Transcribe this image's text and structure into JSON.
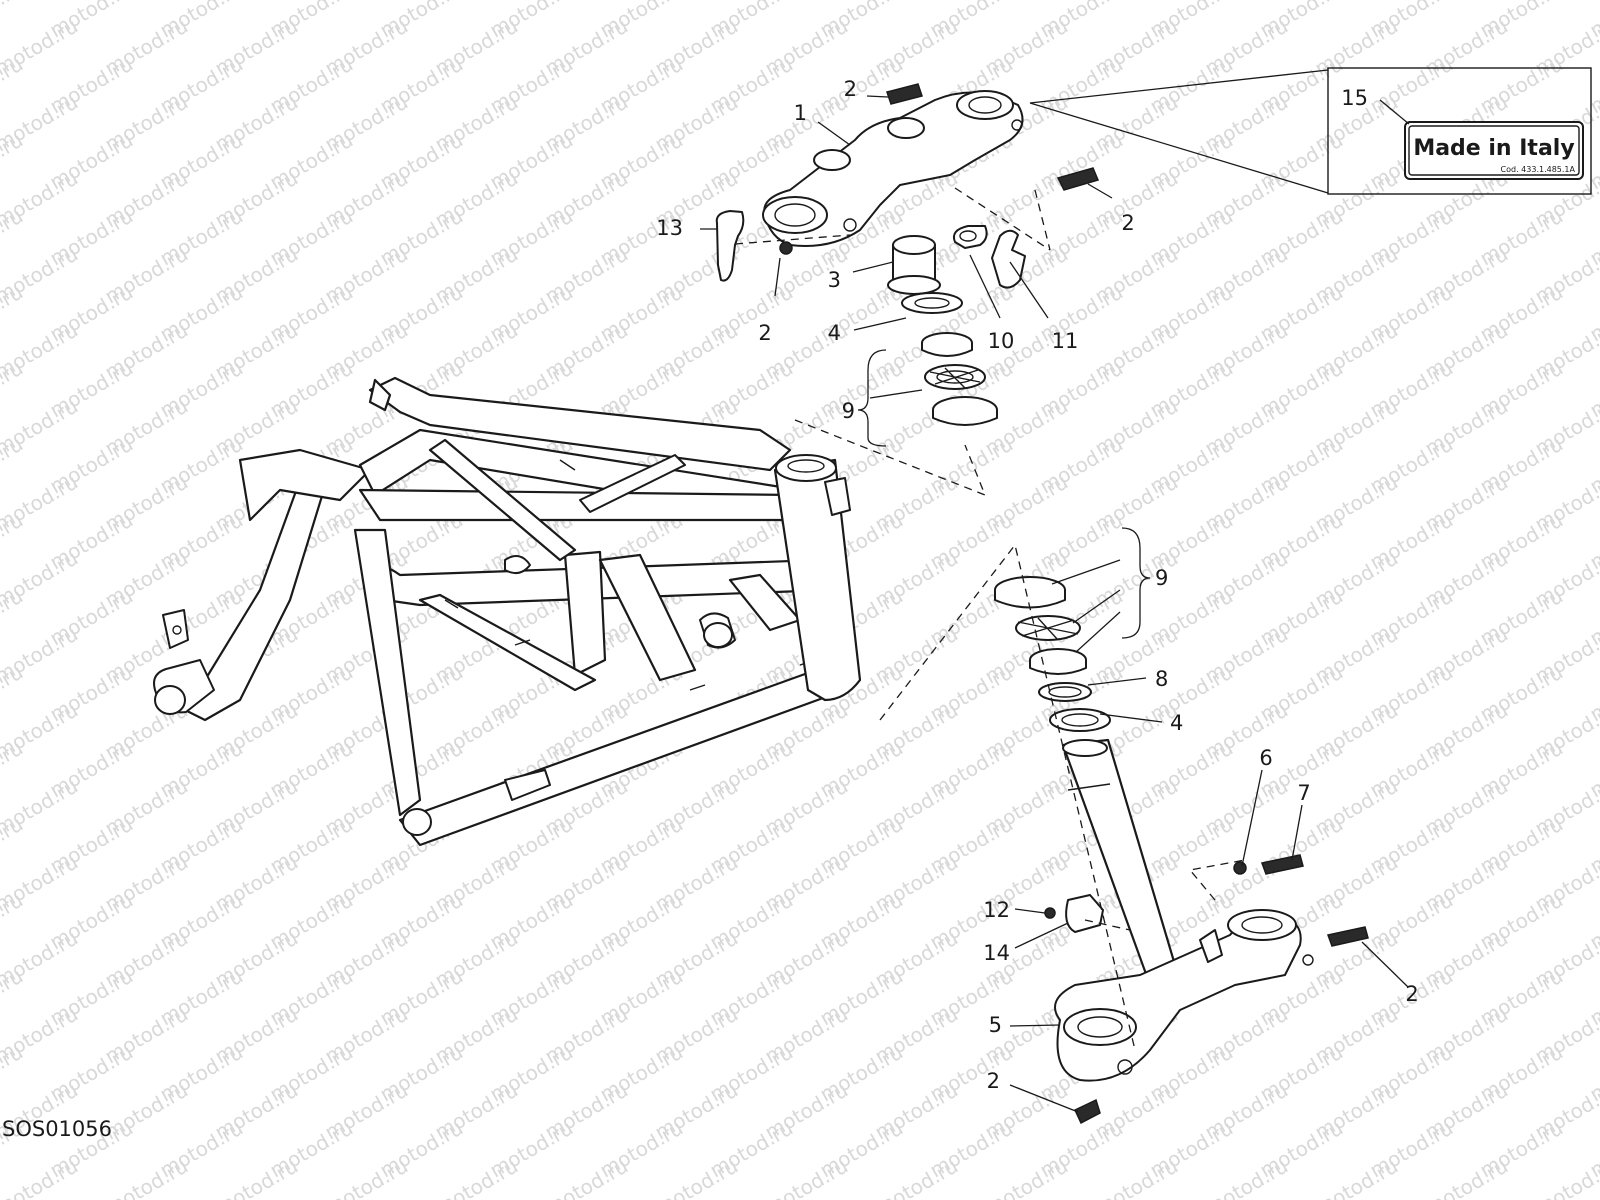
{
  "watermark": "motod.ru",
  "reference_code": "SOS01056",
  "label": {
    "text": "Made in Italy",
    "code": "Cod. 433.1.485.1A"
  },
  "callouts": [
    "1",
    "2",
    "2",
    "2",
    "2",
    "2",
    "3",
    "4",
    "4",
    "5",
    "6",
    "7",
    "8",
    "9",
    "9",
    "10",
    "11",
    "12",
    "13",
    "14",
    "15"
  ]
}
